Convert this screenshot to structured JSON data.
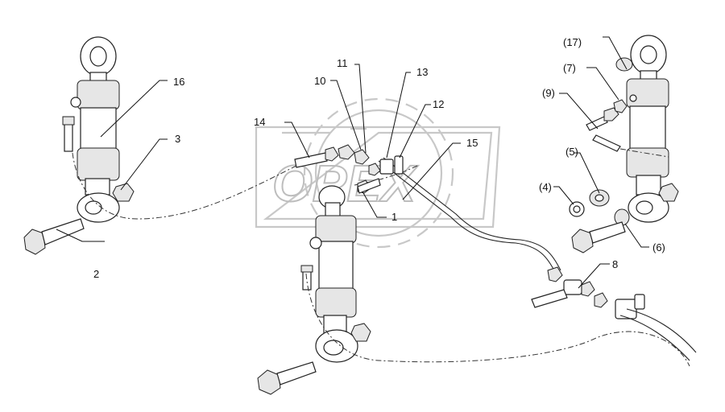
{
  "watermark": {
    "brand": "OPEX"
  },
  "callouts": {
    "c1": "1",
    "c2": "2",
    "c3": "3",
    "c4": "(4)",
    "c5": "(5)",
    "c6": "(6)",
    "c7": "(7)",
    "c8": "8",
    "c9": "(9)",
    "c10": "10",
    "c11": "11",
    "c12": "12",
    "c13": "13",
    "c14": "14",
    "c15": "15",
    "c16": "16",
    "c17": "(17)"
  }
}
